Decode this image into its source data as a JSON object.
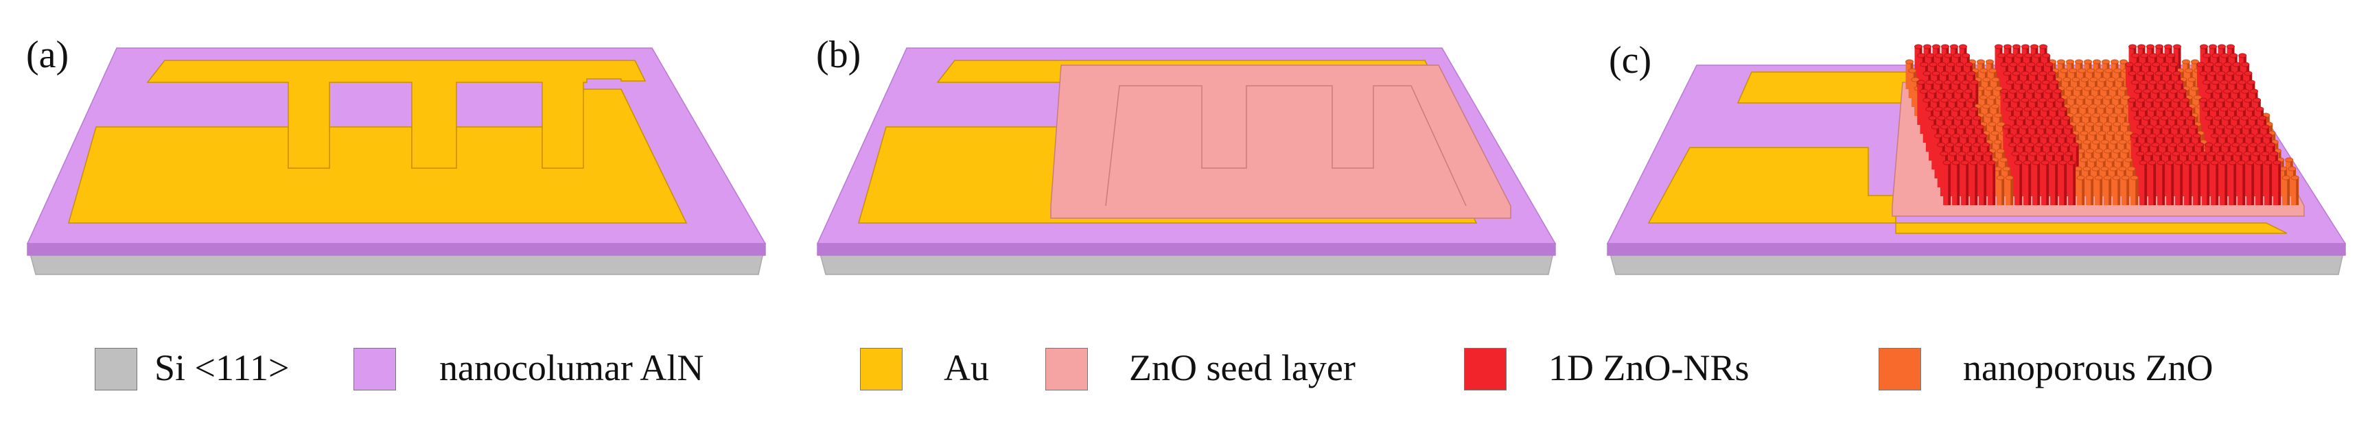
{
  "panels": [
    {
      "id": "a",
      "label": "(a)"
    },
    {
      "id": "b",
      "label": "(b)"
    },
    {
      "id": "c",
      "label": "(c)"
    }
  ],
  "legend": [
    {
      "key": "si",
      "label": "Si <111>",
      "color": "#bfbfbf"
    },
    {
      "key": "aln",
      "label": "nanocolumar AlN",
      "color": "#d99af0"
    },
    {
      "key": "au",
      "label": "Au",
      "color": "#ffc20a"
    },
    {
      "key": "seed",
      "label": "ZnO seed layer",
      "color": "#f5a3a3"
    },
    {
      "key": "nrs",
      "label": "1D ZnO-NRs",
      "color": "#f0242a"
    },
    {
      "key": "porous",
      "label": "nanoporous ZnO",
      "color": "#f76a2b"
    }
  ],
  "colors": {
    "si": "#bfbfbf",
    "si_side": "#a9a9a9",
    "aln": "#d99af0",
    "aln_edge": "#b97ad3",
    "au": "#ffc20a",
    "au_edge": "#c89000",
    "seed": "#f5a3a3",
    "seed_edge": "#c97c7c",
    "nrs": "#f0242a",
    "nrs_dark": "#b01015",
    "porous": "#f76a2b",
    "porous_dark": "#c44a15"
  }
}
